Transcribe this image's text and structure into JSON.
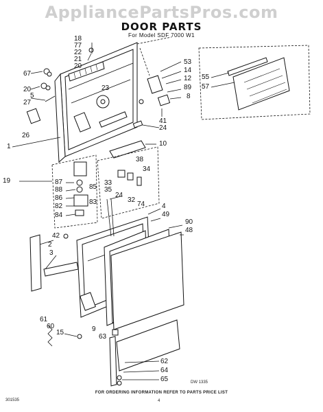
{
  "watermark": "AppliancePartsPros.com",
  "title": "DOOR PARTS",
  "subtitle": "For Model SDF 7000 W1",
  "diagram_code": "DW 1335",
  "footer": {
    "instruction": "FOR ORDERING INFORMATION REFER TO PARTS PRICE LIST",
    "left_code": "301535",
    "page": "4"
  },
  "callouts": {
    "c18": "18",
    "c77": "77",
    "c22": "22",
    "c21": "21",
    "c20a": "20",
    "c67": "67",
    "c20b": "20",
    "c5": "5",
    "c27": "27",
    "c26": "26",
    "c1": "1",
    "c23": "23",
    "c53": "53",
    "c14": "14",
    "c12": "12",
    "c89": "89",
    "c8": "8",
    "c41": "41",
    "c24a": "24",
    "c55": "55",
    "c57": "57",
    "c10": "10",
    "c38": "38",
    "c34": "34",
    "c33": "33",
    "c35": "35",
    "c24b": "24",
    "c32": "32",
    "c19": "19",
    "c87": "87",
    "c88": "88",
    "c86": "86",
    "c82": "82",
    "c84": "84",
    "c85": "85",
    "c83": "83",
    "c74": "74",
    "c4": "4",
    "c49": "49",
    "c90": "90",
    "c48": "48",
    "c42": "42",
    "c2": "2",
    "c3": "3",
    "c61": "61",
    "c60": "60",
    "c15": "15",
    "c9": "9",
    "c63": "63",
    "c62": "62",
    "c64": "64",
    "c65": "65"
  }
}
